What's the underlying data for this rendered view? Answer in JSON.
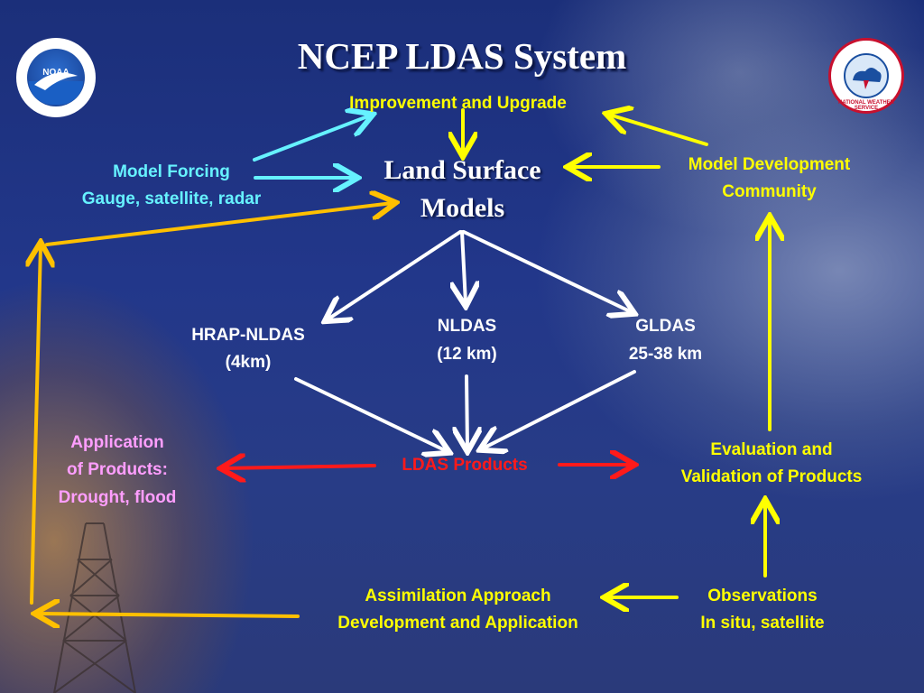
{
  "title": "NCEP LDAS System",
  "nodes": {
    "improvement": "Improvement and Upgrade",
    "model_forcing_1": "Model Forcing",
    "model_forcing_2": "Gauge, satellite, radar",
    "lsm_1": "Land Surface",
    "lsm_2": "Models",
    "model_dev_1": "Model Development",
    "model_dev_2": "Community",
    "hrap_1": "HRAP-NLDAS",
    "hrap_2": "(4km)",
    "nldas_1": "NLDAS",
    "nldas_2": "(12 km)",
    "gldas_1": "GLDAS",
    "gldas_2": "25-38 km",
    "application_1": "Application",
    "application_2": "of Products:",
    "application_3": "Drought, flood",
    "ldas_products": "LDAS Products",
    "evaluation_1": "Evaluation and",
    "evaluation_2": "Validation of Products",
    "assimilation_1": "Assimilation Approach",
    "assimilation_2": "Development and Application",
    "observations_1": "Observations",
    "observations_2": "In situ, satellite"
  },
  "logos": {
    "noaa": "NOAA",
    "nws": "NATIONAL WEATHER SERVICE"
  },
  "colors": {
    "yellow": "#ffff00",
    "cyan": "#66f2ff",
    "white": "#ffffff",
    "red": "#ff1a1a",
    "orange": "#ffc000",
    "pink": "#ff9eff"
  }
}
